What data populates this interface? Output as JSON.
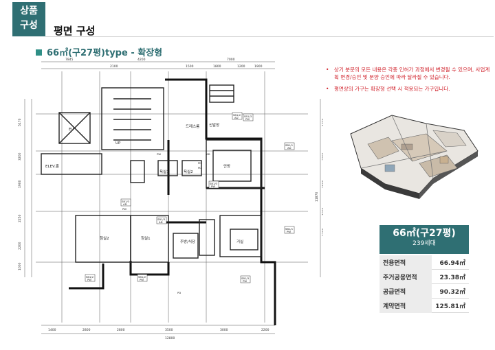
{
  "section_badge": {
    "line1": "상품",
    "line2": "구성"
  },
  "page_title": "평면 구성",
  "type_title": "66㎡(구27평)type - 확장형",
  "notes": [
    {
      "bullet": "•",
      "text": "상기 분문의 모든 내용은 각종 인허가 과정에서 변경될 수 있으며, 사업계획 변경/승인 및 분양 승인에 따라 달라질 수 있습니다."
    },
    {
      "bullet": "•",
      "text": "평면상의 가구는 확장형 선택 시 적용되는 가구입니다."
    }
  ],
  "plan": {
    "dims_top": [
      "7845",
      "4200",
      "7000",
      "2100",
      "1500",
      "1800",
      "1200",
      "1900"
    ],
    "dims_bottom": [
      "1400",
      "2800",
      "2800",
      "3500",
      "3000",
      "2200"
    ],
    "dim_total": "12800",
    "dims_left": [
      "5170",
      "3200",
      "1900",
      "2250",
      "2200",
      "1000"
    ],
    "dims_right": [
      "1770",
      "3200",
      "1500",
      "1000",
      "1200",
      "11870"
    ],
    "rooms": {
      "living": "거실",
      "master": "안방",
      "bed1": "침실1",
      "bed2": "침실2",
      "kitchen": "주방/식당",
      "elev": "ELEV.홀",
      "dress": "드레스룸",
      "bath1": "욕실1",
      "bath2": "욕실2",
      "shoes": "신발장",
      "up": "UP",
      "ev": "EV"
    },
    "tags": [
      "SB1/2",
      "AD",
      "PW",
      "SB1/3",
      "AD",
      "PW",
      "PD",
      "PD",
      "SB1/3",
      "PW",
      "SB1/1",
      "AD",
      "SB1/1",
      "PW",
      "SB1/3",
      "AD",
      "SB1/3",
      "AD",
      "PW",
      "SB1/2",
      "PW",
      "SB1/2",
      "PW",
      "SB1/3",
      "PW",
      "PD"
    ]
  },
  "area": {
    "name": "66㎡(구27평)",
    "units": "239세대",
    "rows": [
      {
        "label": "전용면적",
        "value": "66.94㎡"
      },
      {
        "label": "주거공용면적",
        "value": "23.38㎡"
      },
      {
        "label": "공급면적",
        "value": "90.32㎡"
      },
      {
        "label": "계약면적",
        "value": "125.81㎡"
      }
    ]
  },
  "colors": {
    "accent": "#2f6f73",
    "note_red": "#d0202a",
    "mark_teal": "#2f8f86"
  }
}
